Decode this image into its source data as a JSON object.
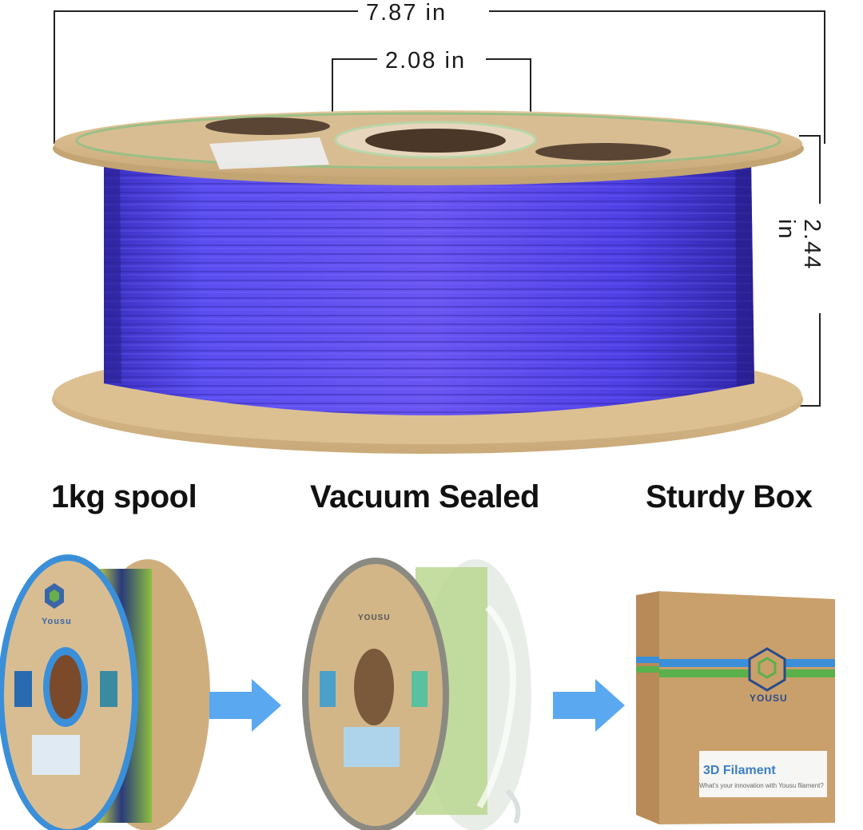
{
  "dimensions": {
    "width": "7.87 in",
    "bore": "2.08 in",
    "height": "2.44 in"
  },
  "features": {
    "spool": "1kg spool",
    "vacuum": "Vacuum Sealed",
    "box": "Sturdy Box"
  },
  "box_label": {
    "title": "3D Filament",
    "subtitle": "What's your innovation with Yousu filament?"
  },
  "brand": {
    "spool_left": "Yousu",
    "spool_middle": "YOUSU",
    "box": "YOUSU"
  },
  "colors": {
    "filament_main": "#4b3de0",
    "cardboard": "#d7b98e",
    "arrow": "#5aa8f0",
    "box": "#c89a66",
    "spool_rim_blue": "#3a8fd8"
  }
}
